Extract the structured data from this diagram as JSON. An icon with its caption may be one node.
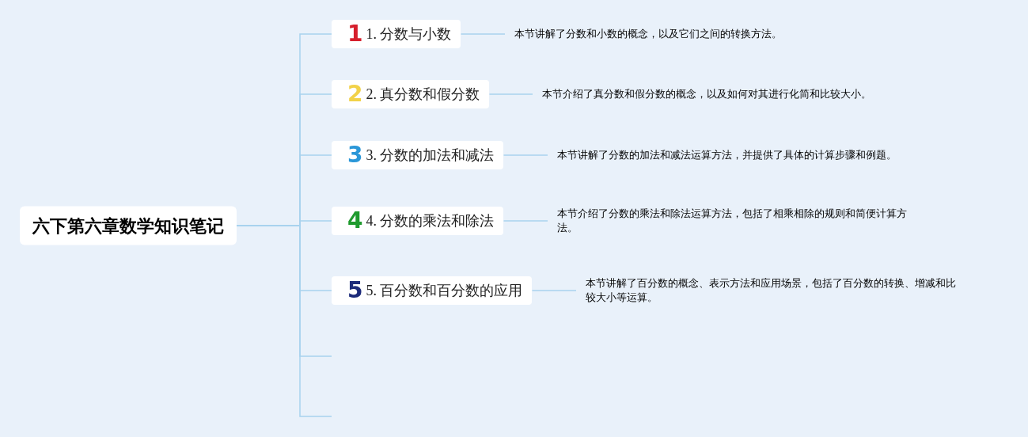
{
  "diagram": {
    "nodes": [
      {
        "text": [
          "六下第六章数学知识笔记"
        ]
      },
      {
        "text": [
          "1",
          "1. 分数与小数"
        ]
      },
      {
        "text": [
          "2",
          "2. 真分数和假分数"
        ]
      },
      {
        "text": [
          "3",
          "3. 分数的加法和减法"
        ]
      },
      {
        "text": [
          "4",
          "4. 分数的乘法和除法"
        ]
      },
      {
        "text": [
          "5",
          "5. 百分数和百分数的应用"
        ]
      },
      {
        "text": [
          "本节讲解了分数和小数的概念，以及它们之间的转换方法。"
        ]
      },
      {
        "text": [
          "本节介绍了真分数和假分数的概念，以及如何对其进行化简和比较大小。"
        ]
      },
      {
        "text": [
          "本节讲解了分数的加法和减法运算方法，并提供了具体的计算步骤和例题。"
        ]
      },
      {
        "text": [
          "本节介绍了分数的乘法和除法运算方法，包括了相乘相除的规则和简便计算方法。"
        ]
      },
      {
        "text": [
          "本节讲解了百分数的概念、表示方法和应用场景，包括了百分数的转换、增减和比较大小等运算。"
        ]
      }
    ],
    "edges": [
      {
        "from": 0,
        "to": 1,
        "arrow": "none"
      },
      {
        "from": 0,
        "to": 2,
        "arrow": "none"
      },
      {
        "from": 0,
        "to": 3,
        "arrow": "none"
      },
      {
        "from": 0,
        "to": 4,
        "arrow": "none"
      },
      {
        "from": 0,
        "to": 5,
        "arrow": "none"
      },
      {
        "from": 0,
        "to": null,
        "arrow": "none"
      },
      {
        "from": 0,
        "to": null,
        "arrow": "none"
      },
      {
        "from": 1,
        "to": 6,
        "arrow": "none"
      },
      {
        "from": 2,
        "to": 7,
        "arrow": "none"
      },
      {
        "from": 3,
        "to": 8,
        "arrow": "none"
      },
      {
        "from": 4,
        "to": 9,
        "arrow": "none"
      },
      {
        "from": 5,
        "to": 10,
        "arrow": "none"
      }
    ]
  }
}
